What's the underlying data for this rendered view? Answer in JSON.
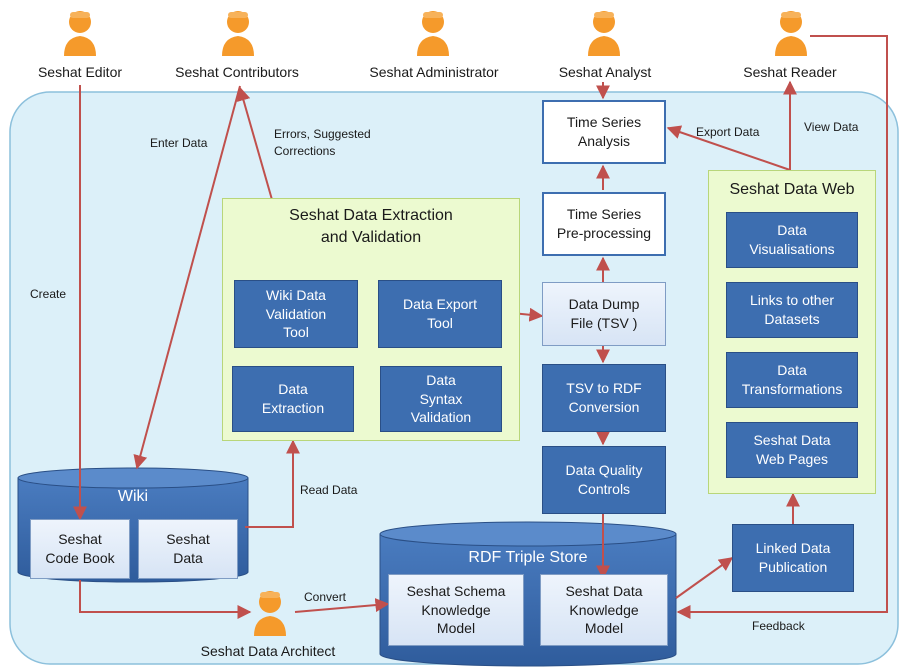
{
  "actors": {
    "editor": "Seshat Editor",
    "contributors": "Seshat Contributors",
    "administrator": "Seshat Administrator",
    "analyst": "Seshat Analyst",
    "reader": "Seshat Reader",
    "architect": "Seshat Data Architect"
  },
  "extraction_group": {
    "title": "Seshat Data Extraction\nand Validation",
    "wiki_validation_tool": "Wiki Data\nValidation\nTool",
    "data_export_tool": "Data Export\nTool",
    "data_extraction": "Data\nExtraction",
    "data_syntax_validation": "Data\nSyntax\nValidation"
  },
  "pipeline": {
    "time_series_analysis": "Time Series\nAnalysis",
    "time_series_preprocessing": "Time Series\nPre-processing",
    "data_dump_file": "Data Dump\nFile (TSV )",
    "tsv_to_rdf": "TSV to RDF\nConversion",
    "data_quality": "Data Quality\nControls"
  },
  "data_web": {
    "title": "Seshat Data Web",
    "visualisations": "Data\nVisualisations",
    "links": "Links to other\nDatasets",
    "transformations": "Data\nTransformations",
    "web_pages": "Seshat Data\nWeb Pages"
  },
  "linked_data": "Linked Data\nPublication",
  "wiki": {
    "title": "Wiki",
    "code_book": "Seshat\nCode Book",
    "seshat_data": "Seshat\nData"
  },
  "rdf_store": {
    "title": "RDF Triple Store",
    "schema_model": "Seshat Schema\nKnowledge\nModel",
    "data_model": "Seshat Data\nKnowledge\nModel"
  },
  "edge_labels": {
    "enter_data": "Enter Data",
    "errors": "Errors, Suggested\nCorrections",
    "create": "Create",
    "read_data": "Read  Data",
    "convert": "Convert",
    "export_data": "Export Data",
    "view_data": "View Data",
    "feedback": "Feedback"
  },
  "colors": {
    "region_fill": "#dcf0f9",
    "region_stroke": "#8cc0dc",
    "box_blue": "#3d6eb0",
    "green_panel": "#ecfad0",
    "arrow": "#c0504d",
    "person": "#f59a2b"
  },
  "icons": [
    "person-icon"
  ]
}
